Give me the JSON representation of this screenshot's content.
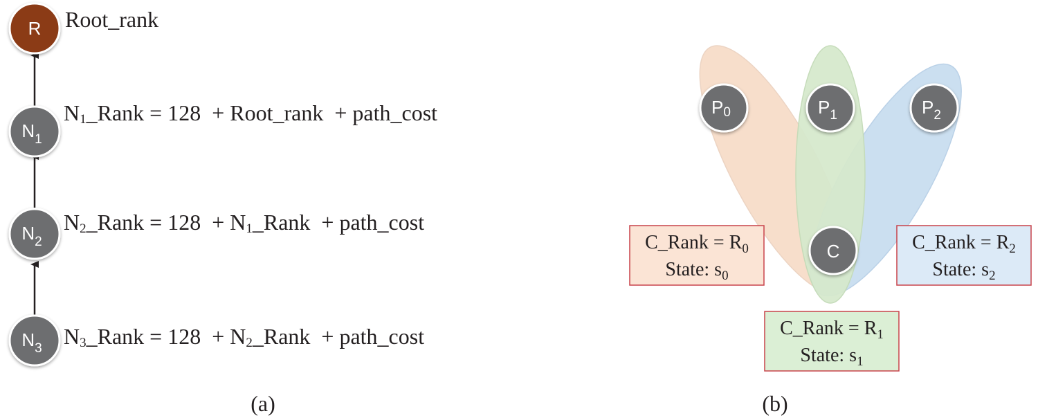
{
  "panel_a": {
    "caption": "(a)",
    "nodes": [
      {
        "letter": "R",
        "sub": "",
        "color": "#8b3a17"
      },
      {
        "letter": "N",
        "sub": "1",
        "color": "#6d6e70"
      },
      {
        "letter": "N",
        "sub": "2",
        "color": "#6d6e70"
      },
      {
        "letter": "N",
        "sub": "3",
        "color": "#6d6e70"
      }
    ],
    "root_label": "Root_rank",
    "equations": [
      {
        "lhs_letter": "N",
        "lhs_sub": "1",
        "lhs_rest": "_Rank = 128  + ",
        "parent_letter": "Root_rank",
        "parent_sub": "",
        "parent_rest": "",
        "tail": "  + path_cost"
      },
      {
        "lhs_letter": "N",
        "lhs_sub": "2",
        "lhs_rest": "_Rank = 128  + ",
        "parent_letter": "N",
        "parent_sub": "1",
        "parent_rest": "_Rank",
        "tail": "  + path_cost"
      },
      {
        "lhs_letter": "N",
        "lhs_sub": "3",
        "lhs_rest": "_Rank = 128  + ",
        "parent_letter": "N",
        "parent_sub": "2",
        "parent_rest": "_Rank",
        "tail": "  + path_cost"
      }
    ]
  },
  "panel_b": {
    "caption": "(b)",
    "parents": [
      {
        "letter": "P",
        "sub": "0"
      },
      {
        "letter": "P",
        "sub": "1"
      },
      {
        "letter": "P",
        "sub": "2"
      }
    ],
    "child": "C",
    "boxes": [
      {
        "line1_prefix": "C_Rank = R",
        "line1_sub": "0",
        "line2_prefix": "State: s",
        "line2_sub": "0",
        "fill": "#fbe4d5",
        "stroke": "#c8424a"
      },
      {
        "line1_prefix": "C_Rank = R",
        "line1_sub": "1",
        "line2_prefix": "State: s",
        "line2_sub": "1",
        "fill": "#dbefd5",
        "stroke": "#c8424a"
      },
      {
        "line1_prefix": "C_Rank = R",
        "line1_sub": "2",
        "line2_prefix": "State: s",
        "line2_sub": "2",
        "fill": "#dceaf7",
        "stroke": "#c8424a"
      }
    ],
    "ellipse_colors": [
      "#f7ddc9",
      "#c9def0",
      "#d6e9cd"
    ]
  }
}
